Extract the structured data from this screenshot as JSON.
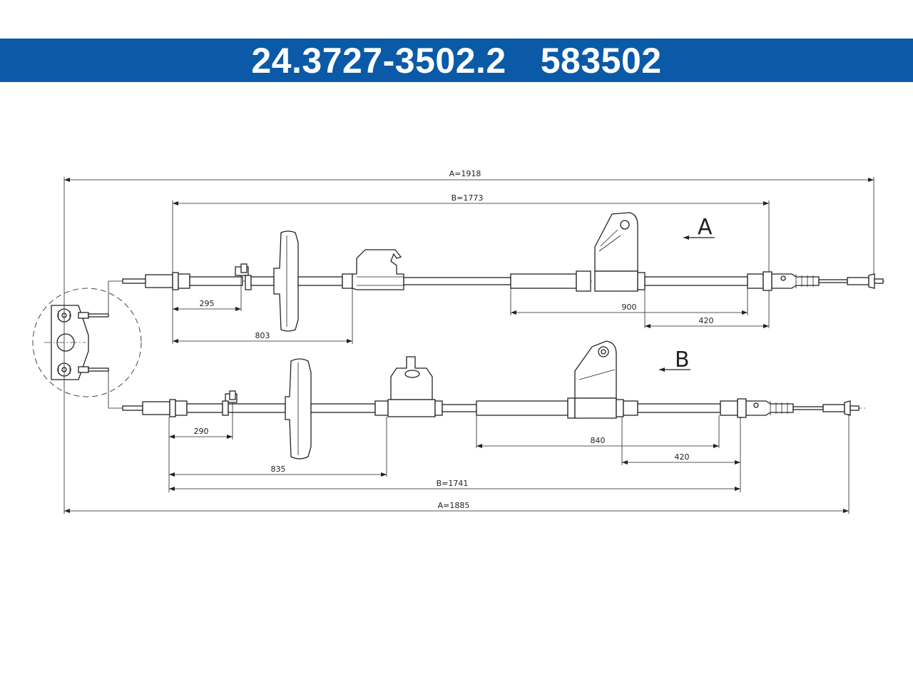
{
  "header": {
    "part_number": "24.3727-3502.2",
    "ref_number": "583502",
    "background_color": "#0a5aa8",
    "text_color": "#ffffff"
  },
  "cable_a": {
    "label": "A",
    "overall_length": "A=1918",
    "sheath_length": "B=1773",
    "dim_1": "295",
    "dim_2": "803",
    "dim_3": "900",
    "dim_4": "420"
  },
  "cable_b": {
    "label": "B",
    "overall_length": "A=1885",
    "sheath_length": "B=1741",
    "dim_1": "290",
    "dim_2": "835",
    "dim_3": "840",
    "dim_4": "420"
  }
}
